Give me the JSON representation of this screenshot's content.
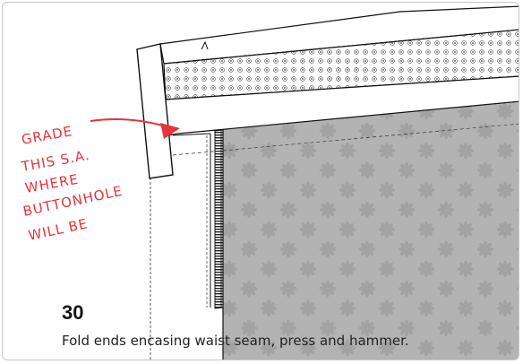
{
  "annotation": {
    "lines": [
      "GRADE",
      "THIS S.A.",
      "WHERE",
      "BUTTONHOLE",
      "WILL BE"
    ],
    "color": "#e8333a"
  },
  "step": {
    "number": "30",
    "caption": "Fold ends encasing waist seam, press and hammer."
  },
  "colors": {
    "fabric": "#b3b3b3",
    "flower": "#a2a2a2",
    "outline": "#111111",
    "frame_border": "#c8c8c8"
  },
  "icons": [
    "arrow-icon",
    "flower-pattern-icon",
    "dot-pattern-icon",
    "zipper-icon"
  ]
}
